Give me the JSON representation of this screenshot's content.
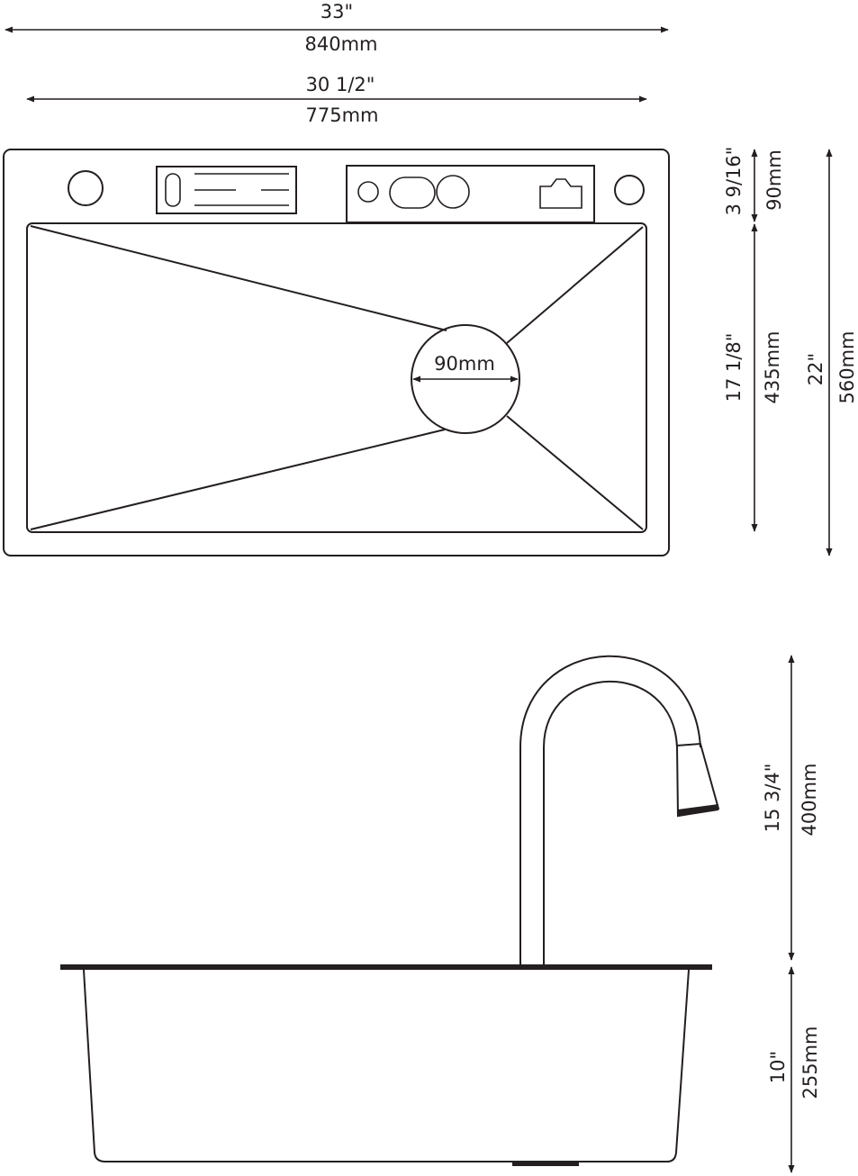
{
  "dimensions": {
    "overall_width_in": "33\"",
    "overall_width_mm": "840mm",
    "bowl_width_in": "30 1/2\"",
    "bowl_width_mm": "775mm",
    "deck_depth_in": "3 9/16\"",
    "deck_depth_mm": "90mm",
    "bowl_depth_in": "17 1/8\"",
    "bowl_depth_mm": "435mm",
    "overall_depth_in": "22\"",
    "overall_depth_mm": "560mm",
    "drain_diameter_mm": "90mm",
    "faucet_height_in": "15 3/4\"",
    "faucet_height_mm": "400mm",
    "bowl_height_in": "10\"",
    "bowl_height_mm": "255mm"
  },
  "colors": {
    "line": "#231f20",
    "background": "#ffffff"
  }
}
